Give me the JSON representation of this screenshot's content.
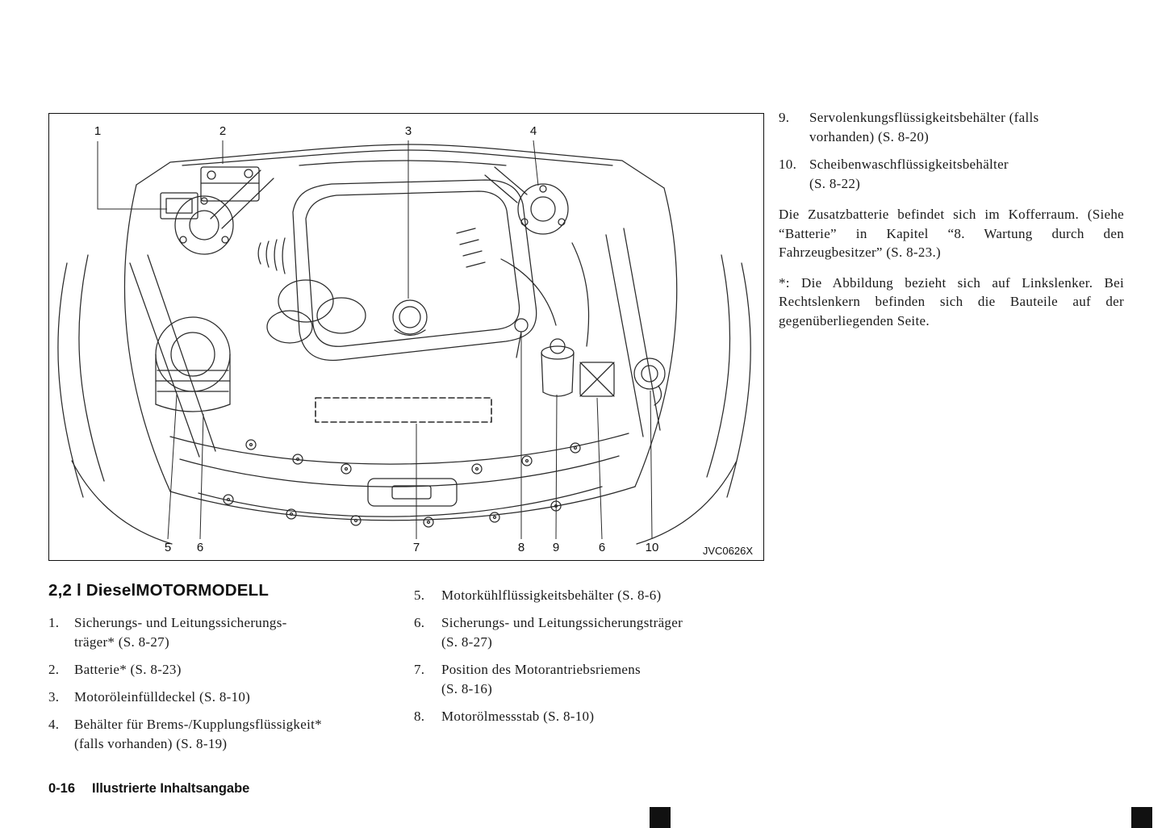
{
  "figure": {
    "code": "JVC0626X",
    "callouts": {
      "top": [
        "1",
        "2",
        "3",
        "4"
      ],
      "bottom": [
        "5",
        "6",
        "7",
        "8",
        "9",
        "6",
        "10"
      ]
    }
  },
  "right_column": {
    "items": [
      {
        "num": "9.",
        "text": "Servolenkungsflüssigkeitsbehälter (falls\nvorhanden) (S. 8-20)"
      },
      {
        "num": "10.",
        "text": "Scheibenwaschflüssigkeitsbehälter\n(S. 8-22)"
      }
    ],
    "paragraph1": "Die Zusatzbatterie befindet sich im Kofferraum. (Siehe “Batterie” in Kapitel “8. Wartung durch den Fahrzeugbesitzer” (S. 8-23.)",
    "paragraph2": "*: Die Abbildung bezieht sich auf Linkslenker. Bei Rechtslenkern befinden sich die Bauteile auf der gegenüberliegenden Seite."
  },
  "section": {
    "heading": "2,2 l DieselMOTORMODELL",
    "list_left": [
      {
        "num": "1.",
        "text": "Sicherungs- und Leitungssicherungs-\nträger* (S. 8-27)"
      },
      {
        "num": "2.",
        "text": "Batterie* (S. 8-23)"
      },
      {
        "num": "3.",
        "text": "Motoröleinfülldeckel (S. 8-10)"
      },
      {
        "num": "4.",
        "text": "Behälter für Brems-/Kupplungsflüssigkeit*\n(falls vorhanden) (S. 8-19)"
      }
    ],
    "list_mid": [
      {
        "num": "5.",
        "text": "Motorkühlflüssigkeitsbehälter (S. 8-6)"
      },
      {
        "num": "6.",
        "text": "Sicherungs- und Leitungssicherungsträger\n(S. 8-27)"
      },
      {
        "num": "7.",
        "text": "Position des Motorantriebsriemens\n(S. 8-16)"
      },
      {
        "num": "8.",
        "text": "Motorölmessstab (S. 8-10)"
      }
    ]
  },
  "footer": {
    "page_number": "0-16",
    "title": "Illustrierte Inhaltsangabe"
  }
}
